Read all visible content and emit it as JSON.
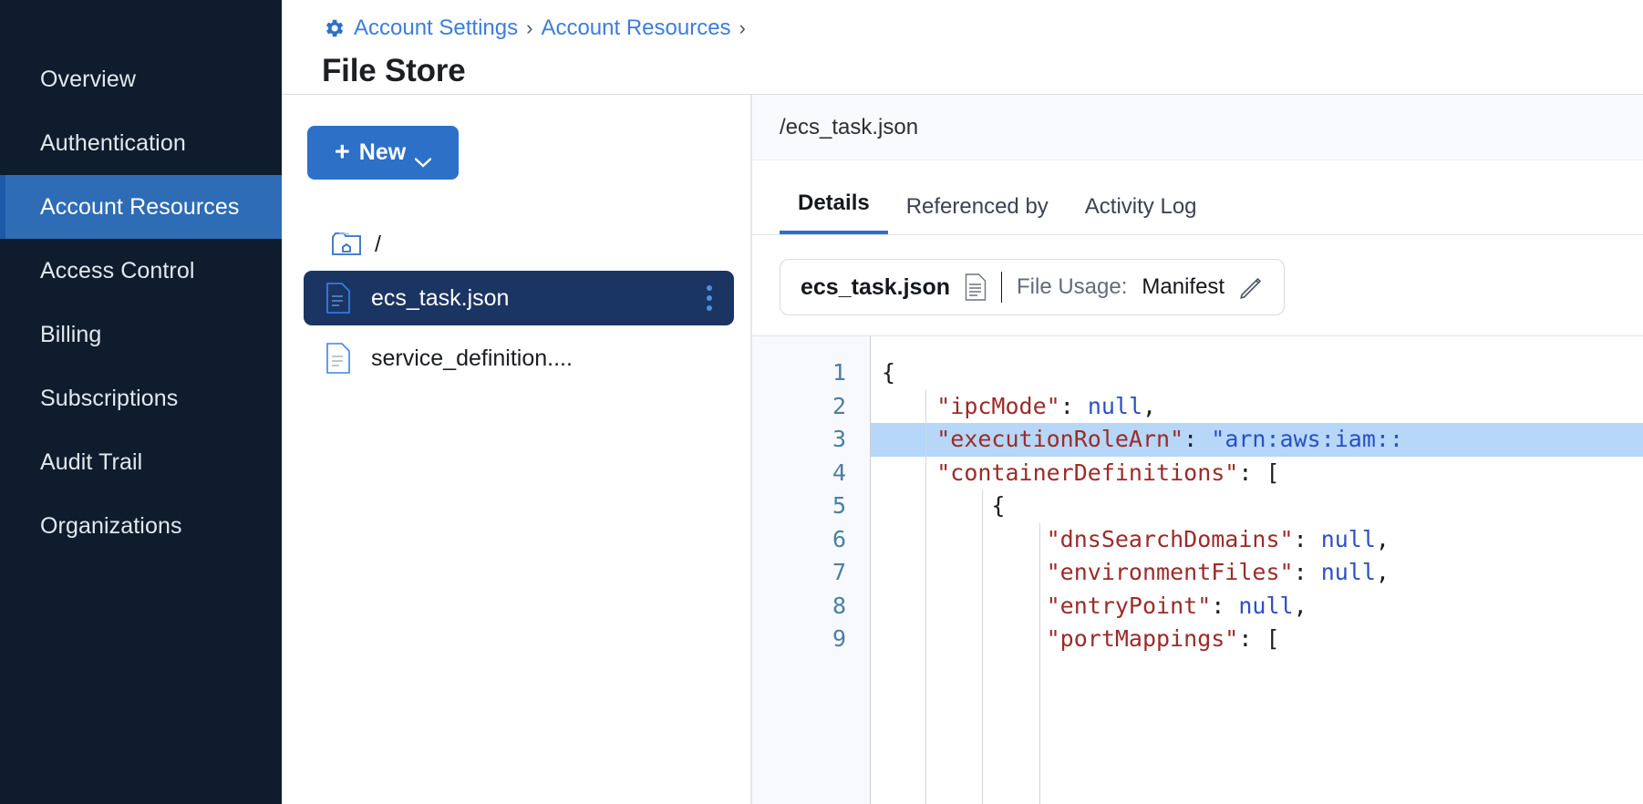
{
  "sidebar": {
    "items": [
      {
        "label": "Overview",
        "active": false
      },
      {
        "label": "Authentication",
        "active": false
      },
      {
        "label": "Account Resources",
        "active": true
      },
      {
        "label": "Access Control",
        "active": false
      },
      {
        "label": "Billing",
        "active": false
      },
      {
        "label": "Subscriptions",
        "active": false
      },
      {
        "label": "Audit Trail",
        "active": false
      },
      {
        "label": "Organizations",
        "active": false
      }
    ]
  },
  "header": {
    "breadcrumb": [
      {
        "label": "Account Settings"
      },
      {
        "label": "Account Resources"
      }
    ],
    "separator": "›",
    "title": "File Store",
    "gear_icon": "gear-icon"
  },
  "tree_panel": {
    "new_button": {
      "label": "New",
      "plus": "+",
      "caret": "chevron-down-icon"
    },
    "root": {
      "label": "/",
      "icon": "folder-home-icon"
    },
    "files": [
      {
        "name": "ecs_task.json",
        "selected": true,
        "icon": "file-icon",
        "menu": "kebab-menu-icon"
      },
      {
        "name": "service_definition....",
        "selected": false,
        "icon": "file-icon"
      }
    ]
  },
  "detail_panel": {
    "path": "/ecs_task.json",
    "tabs": [
      {
        "label": "Details",
        "active": true
      },
      {
        "label": "Referenced by",
        "active": false
      },
      {
        "label": "Activity Log",
        "active": false
      }
    ],
    "usage_card": {
      "file_name": "ecs_task.json",
      "file_icon": "document-icon",
      "label": "File Usage:",
      "value": "Manifest",
      "edit_icon": "pencil-icon"
    },
    "editor": {
      "line_numbers": [
        "1",
        "2",
        "3",
        "4",
        "5",
        "6",
        "7",
        "8",
        "9"
      ],
      "highlighted_line": 3,
      "lines": [
        {
          "n": 1,
          "text": "{"
        },
        {
          "n": 2,
          "text": "    \"ipcMode\": null,"
        },
        {
          "n": 3,
          "text": "    \"executionRoleArn\": \"arn:aws:iam::"
        },
        {
          "n": 4,
          "text": "    \"containerDefinitions\": ["
        },
        {
          "n": 5,
          "text": "        {"
        },
        {
          "n": 6,
          "text": "            \"dnsSearchDomains\": null,"
        },
        {
          "n": 7,
          "text": "            \"environmentFiles\": null,"
        },
        {
          "n": 8,
          "text": "            \"entryPoint\": null,"
        },
        {
          "n": 9,
          "text": "            \"portMappings\": ["
        }
      ]
    }
  },
  "colors": {
    "sidebar_bg": "#0e1c2e",
    "accent_blue": "#2d70c8",
    "selected_row": "#1b3563",
    "link_blue": "#3b7ddd",
    "code_key": "#9c2b28",
    "code_value": "#2b4fc4",
    "highlight": "#b6d7f7"
  }
}
